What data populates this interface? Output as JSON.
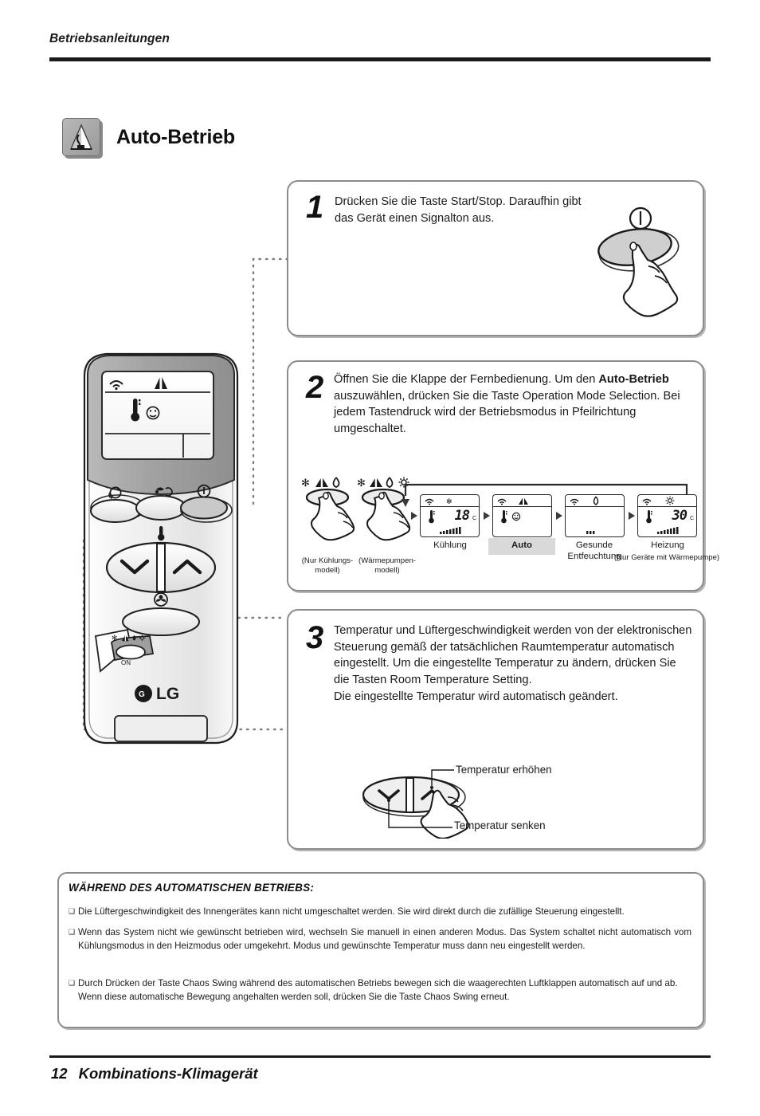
{
  "header": {
    "title": "Betriebsanleitungen"
  },
  "section": {
    "title": "Auto-Betrieb",
    "icon": "auto-mode-icon"
  },
  "steps": [
    {
      "number": "1",
      "text": "Drücken Sie die Taste Start/Stop. Daraufhin gibt das Gerät einen Signalton aus.",
      "illustration": "power-button-press-icon"
    },
    {
      "number": "2",
      "text_before": "Öffnen Sie die Klappe der Fernbedienung. Um den ",
      "bold": "Auto-Betrieb",
      "text_after": " auszuwählen, drücken Sie die Taste Operation Mode Selection. Bei jedem Tastendruck wird der Betriebsmodus in Pfeilrichtung umgeschaltet."
    },
    {
      "number": "3",
      "text": "Temperatur und Lüftergeschwindigkeit werden von der elektronischen Steuerung gemäß der tatsächlichen Raumtemperatur automatisch eingestellt. Um die eingestellte Temperatur zu ändern, drücken Sie die Tasten Room Temperature Setting.",
      "text2": "Die eingestellte Temperatur wird automatisch geändert."
    }
  ],
  "mode_buttons": [
    {
      "name": "cooling-only-mode-button",
      "caption": "(Nur Kühlungs-\nmodell)",
      "icons": "snowflake-auto-drop"
    },
    {
      "name": "heat-pump-mode-button",
      "caption": "(Wärmepumpen-\nmodell)",
      "icons": "snowflake-auto-drop-sun"
    }
  ],
  "mode_panels": [
    {
      "label": "Kühlung",
      "sublabel": "",
      "temp": "18",
      "unit": "C",
      "mode_icon": "snowflake-icon",
      "has_fan_bars": true,
      "has_thermo": true,
      "highlighted": false
    },
    {
      "label": "Auto",
      "sublabel": "",
      "temp": "",
      "unit": "",
      "mode_icon": "auto-a-icon",
      "has_fan_bars": false,
      "has_thermo": true,
      "highlighted": true
    },
    {
      "label": "Gesunde",
      "sublabel": "Entfeuchtung",
      "temp": "",
      "unit": "",
      "mode_icon": "water-drop-icon",
      "has_fan_bars": false,
      "has_thermo": false,
      "highlighted": false
    },
    {
      "label": "Heizung",
      "sublabel": "(Nur Geräte mit Wärmepumpe)",
      "temp": "30",
      "unit": "C",
      "mode_icon": "sun-icon",
      "has_fan_bars": true,
      "has_thermo": true,
      "highlighted": false
    }
  ],
  "temp_callouts": {
    "up": "Temperatur erhöhen",
    "down": "Temperatur senken"
  },
  "remote": {
    "brand": "LG",
    "lcd_icons": [
      "signal-icon",
      "auto-a-icon",
      "thermometer-icon",
      "smiley-icon"
    ],
    "mode_select_icons": "snowflake-auto-drop-sun"
  },
  "notes": {
    "title": "WÄHREND DES AUTOMATISCHEN BETRIEBS:",
    "items": [
      "Die Lüftergeschwindigkeit des Innengerätes kann nicht umgeschaltet werden. Sie wird direkt durch die zufällige Steuerung eingestellt.",
      "Wenn das System nicht wie gewünscht betrieben wird, wechseln Sie manuell in einen anderen Modus. Das System schaltet nicht automatisch vom Kühlungsmodus in den Heizmodus oder umgekehrt. Modus und gewünschte Temperatur muss dann neu eingestellt werden.",
      "Durch Drücken der Taste Chaos Swing während des automatischen Betriebs bewegen sich die waagerechten Luftklappen automatisch auf und ab. Wenn diese automatische Bewegung angehalten werden soll, drücken Sie die Taste Chaos Swing erneut."
    ]
  },
  "footer": {
    "page": "12",
    "title": "Kombinations-Klimagerät"
  },
  "colors": {
    "ink": "#1a1a1a",
    "box_border": "#8c8c8c",
    "highlight_bg": "#d9d9d9",
    "remote_body": "#f0f0f0",
    "remote_top": "#9e9e9e"
  }
}
